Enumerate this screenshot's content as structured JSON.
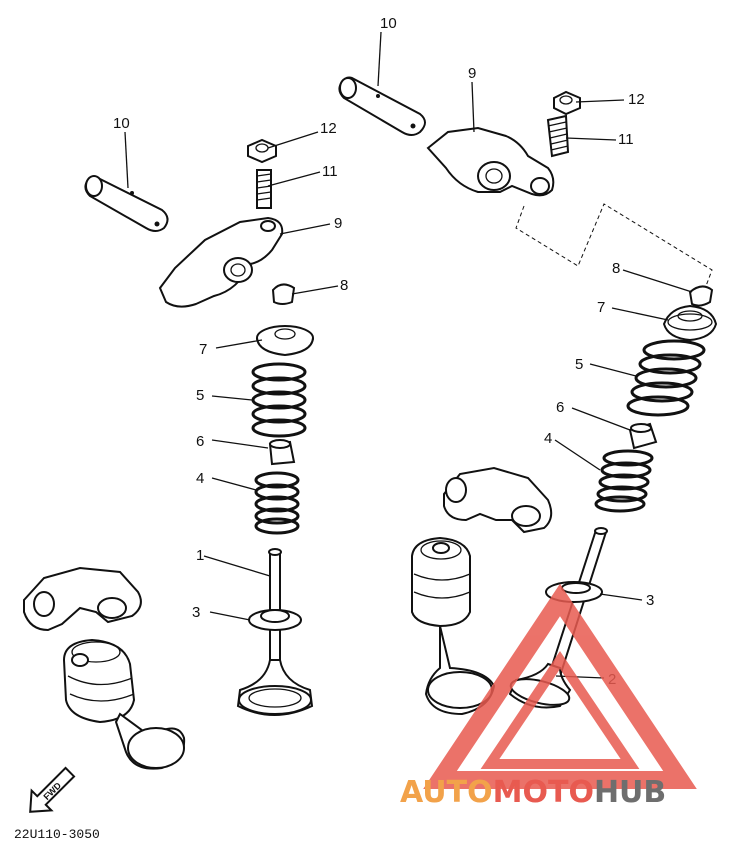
{
  "diagram": {
    "code": "22U110-3050",
    "fwd_label": "FWD",
    "callouts": [
      {
        "id": "l10a",
        "text": "10"
      },
      {
        "id": "l10b",
        "text": "10"
      },
      {
        "id": "l9a",
        "text": "9"
      },
      {
        "id": "l9b",
        "text": "9"
      },
      {
        "id": "l12a",
        "text": "12"
      },
      {
        "id": "l12b",
        "text": "12"
      },
      {
        "id": "l11a",
        "text": "11"
      },
      {
        "id": "l11b",
        "text": "11"
      },
      {
        "id": "l8a",
        "text": "8"
      },
      {
        "id": "l8b",
        "text": "8"
      },
      {
        "id": "l7a",
        "text": "7"
      },
      {
        "id": "l7b",
        "text": "7"
      },
      {
        "id": "l5a",
        "text": "5"
      },
      {
        "id": "l5b",
        "text": "5"
      },
      {
        "id": "l6a",
        "text": "6"
      },
      {
        "id": "l6b",
        "text": "6"
      },
      {
        "id": "l4a",
        "text": "4"
      },
      {
        "id": "l4b",
        "text": "4"
      },
      {
        "id": "l1",
        "text": "1"
      },
      {
        "id": "l3a",
        "text": "3"
      },
      {
        "id": "l3b",
        "text": "3"
      },
      {
        "id": "l2",
        "text": "2"
      }
    ]
  },
  "watermark": {
    "part1": "AUTO",
    "part2": "MOTO",
    "part3": "HUB",
    "colors": {
      "red": "#e85a50",
      "orange": "#f2a24a",
      "gray": "#6e6e6e"
    }
  }
}
